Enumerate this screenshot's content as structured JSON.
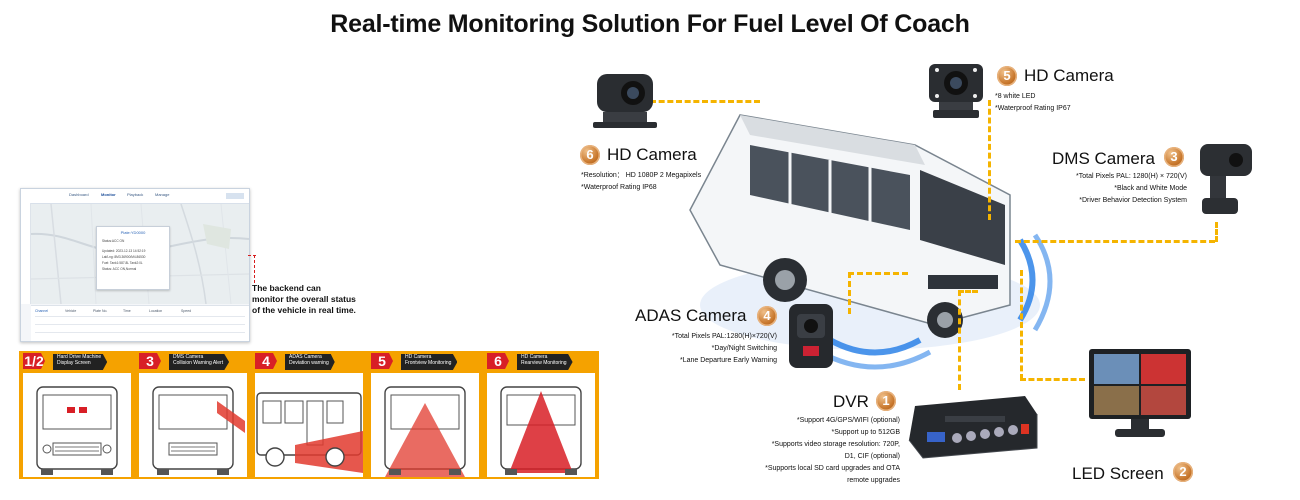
{
  "title": "Real-time Monitoring Solution For Fuel Level Of Coach",
  "backend_note": [
    "The backend can",
    "monitor the overall status",
    "of the vehicle in real time."
  ],
  "dashboard": {
    "tabs": [
      "Dashboard",
      "Monitor",
      "Playback",
      "Manage"
    ],
    "popup_title": "Plate:YD0000",
    "popup_rows": [
      "Status:ACC ON",
      "Updated: 2023-12-13 14:52:19",
      "Lat/Lng: 8M3.36900/M4.86530",
      "Fuel: Tank1:587.8L Tank2:0L",
      "Status: ACC ON,Normal"
    ],
    "columns": [
      "Channel",
      "Vehicle",
      "Plate No.",
      "Time",
      "Location",
      "Speed"
    ]
  },
  "cards": [
    {
      "num": "1/2",
      "label": [
        "Hard Drive Machine",
        "Display Screen"
      ]
    },
    {
      "num": "3",
      "label": [
        "DMS Camera",
        "Collision Warning Alert"
      ]
    },
    {
      "num": "4",
      "label": [
        "ADAS Camera",
        "Deviation warning"
      ]
    },
    {
      "num": "5",
      "label": [
        "HD Camera",
        "Frontview Monitoring"
      ]
    },
    {
      "num": "6",
      "label": [
        "HD Camera",
        "Rearview Monitoring"
      ]
    }
  ],
  "components": {
    "hd_camera_5": {
      "badge": "5",
      "name": "HD Camera",
      "specs": [
        "*8 white LED",
        "*Waterproof Rating IP67"
      ]
    },
    "hd_camera_6": {
      "badge": "6",
      "name": "HD Camera",
      "specs": [
        "*Resolution： HD 1080P 2 Megapixels",
        "*Waterproof Rating IP68"
      ]
    },
    "dms_camera": {
      "badge": "3",
      "name": "DMS Camera",
      "specs": [
        "*Total Pixels PAL: 1280(H) × 720(V)",
        "*Black and White Mode",
        "*Driver Behavior Detection System"
      ]
    },
    "adas_camera": {
      "badge": "4",
      "name": "ADAS Camera",
      "specs": [
        "*Total Pixels PAL:1280(H)×720(V)",
        "*Day/Night Switching",
        "*Lane Departure Early Warning"
      ]
    },
    "dvr": {
      "badge": "1",
      "name": "DVR",
      "specs": [
        "*Support 4G/GPS/WIFI (optional)",
        "*Support up to 512GB",
        "*Supports video storage resolution: 720P,",
        "D1, CIF (optional)",
        "*Supports local SD card upgrades and OTA",
        "remote upgrades"
      ]
    },
    "led_screen": {
      "badge": "2",
      "name": "LED Screen"
    }
  },
  "colors": {
    "accent_orange": "#f5a200",
    "badge_red": "#d81f26",
    "dash_yellow": "#f5b400",
    "note_red": "#d61c1c",
    "radar_blue": "#1f7ae6"
  }
}
